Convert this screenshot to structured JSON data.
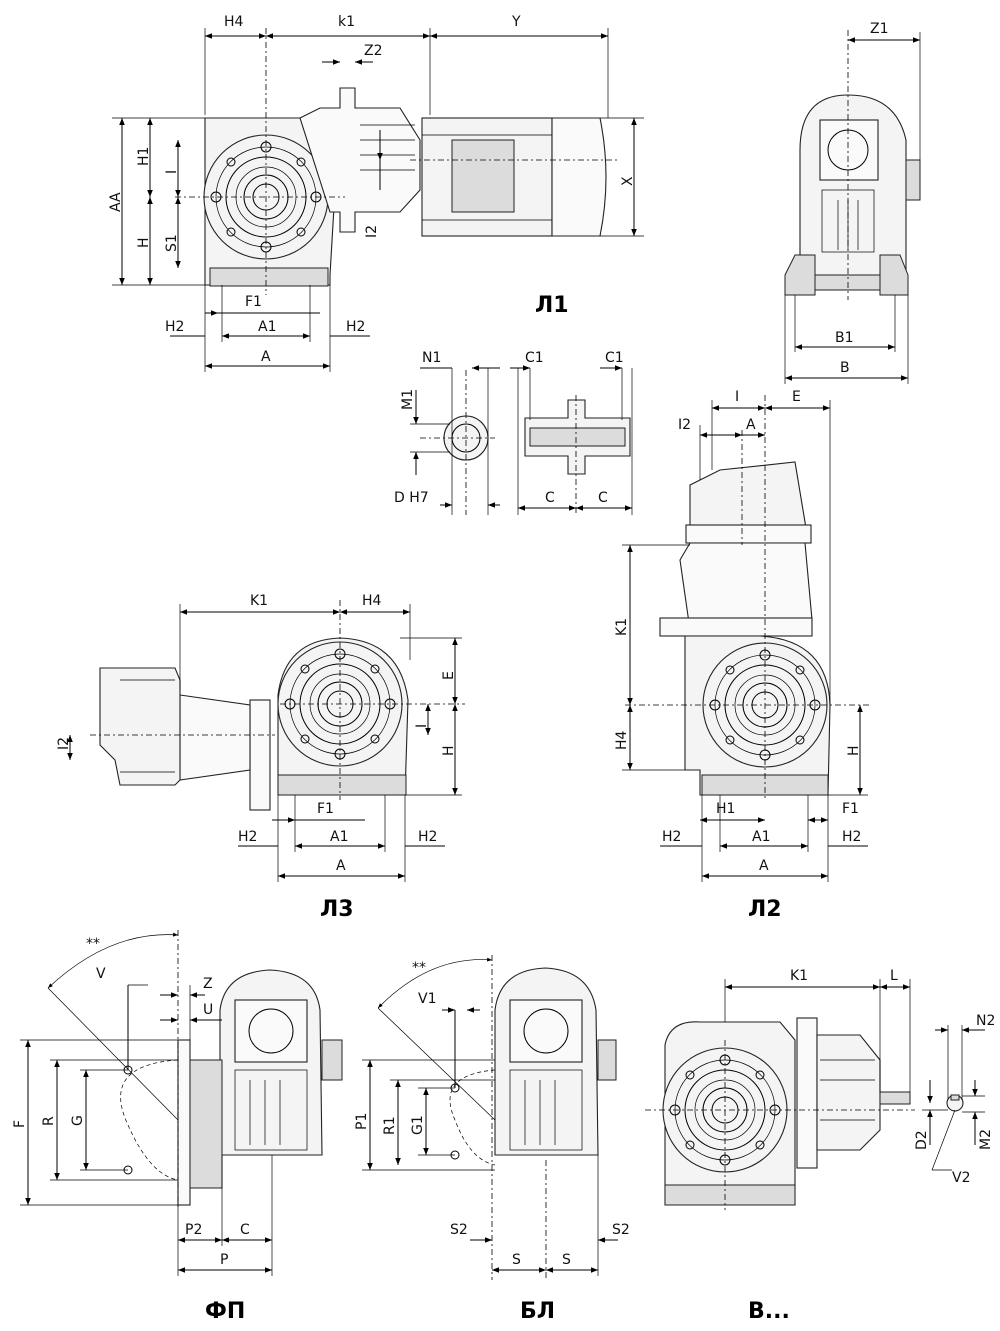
{
  "views": {
    "L1": {
      "title": "Л1",
      "labels": {
        "H4": "H4",
        "k1": "k1",
        "Y": "Y",
        "Z2": "Z2",
        "AA": "AA",
        "H1": "H1",
        "I": "I",
        "H": "H",
        "S1": "S1",
        "X": "X",
        "I2": "I2",
        "F1": "F1",
        "H2_left": "H2",
        "A1": "A1",
        "H2_right": "H2",
        "A": "A"
      }
    },
    "side": {
      "labels": {
        "Z1": "Z1",
        "B1": "B1",
        "B": "B"
      }
    },
    "shaft": {
      "labels": {
        "N1": "N1",
        "M1": "M1",
        "DH7": "D H7",
        "C1_left": "C1",
        "C1_right": "C1",
        "C_left": "C",
        "C_right": "C"
      }
    },
    "L3": {
      "title": "Л3",
      "labels": {
        "K1": "K1",
        "H4": "H4",
        "E": "E",
        "I": "I",
        "H": "H",
        "I2": "I2",
        "F1": "F1",
        "H2_left": "H2",
        "A1": "A1",
        "H2_right": "H2",
        "A": "A"
      }
    },
    "L2": {
      "title": "Л2",
      "labels": {
        "I": "I",
        "E": "E",
        "I2": "I2",
        "A": "A",
        "K1": "K1",
        "H4": "H4",
        "H": "H",
        "H1": "H1",
        "F1": "F1",
        "H2_left": "H2",
        "A1": "A1",
        "H2_right": "H2",
        "A_bottom": "A"
      }
    },
    "FP": {
      "title": "ФП",
      "labels": {
        "stars": "**",
        "V": "V",
        "Z": "Z",
        "U": "U",
        "F": "F",
        "R": "R",
        "G": "G",
        "P2": "P2",
        "C": "C",
        "P": "P"
      }
    },
    "BL": {
      "title": "БЛ",
      "labels": {
        "stars": "**",
        "V1": "V1",
        "P1": "P1",
        "R1": "R1",
        "G1": "G1",
        "S2_left": "S2",
        "S_left": "S",
        "S_right": "S",
        "S2_right": "S2"
      }
    },
    "V": {
      "title": "В...",
      "labels": {
        "K1": "K1",
        "L": "L",
        "N2": "N2",
        "D2": "D2",
        "M2": "M2",
        "V2": "V2"
      }
    }
  }
}
